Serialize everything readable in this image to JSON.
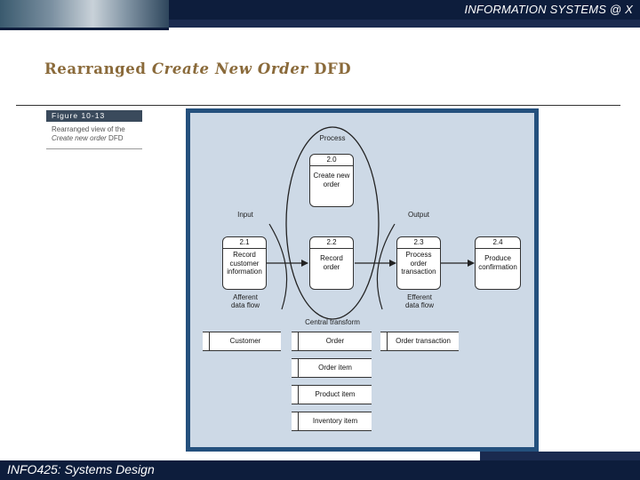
{
  "header": {
    "course_tag": "INFORMATION SYSTEMS @ X"
  },
  "slide": {
    "title_part1": "Rearranged ",
    "title_italic": "Create New Order",
    "title_part2": " DFD"
  },
  "figure": {
    "label": "Figure 10-13",
    "caption_line1": "Rearranged view of the",
    "caption_italic": "Create new order",
    "caption_suffix": " DFD"
  },
  "diagram": {
    "labels": {
      "process": "Process",
      "input": "Input",
      "output": "Output",
      "afferent_1": "Afferent",
      "afferent_2": "data flow",
      "efferent_1": "Efferent",
      "efferent_2": "data flow",
      "central_transform": "Central transform"
    },
    "processes": [
      {
        "id": "2.0",
        "text": [
          "Create new",
          "order"
        ]
      },
      {
        "id": "2.1",
        "text": [
          "Record",
          "customer",
          "information"
        ]
      },
      {
        "id": "2.2",
        "text": [
          "Record",
          "order"
        ]
      },
      {
        "id": "2.3",
        "text": [
          "Process",
          "order",
          "transaction"
        ]
      },
      {
        "id": "2.4",
        "text": [
          "Produce",
          "confirmation"
        ]
      }
    ],
    "stores": [
      {
        "label": "Customer"
      },
      {
        "label": "Order"
      },
      {
        "label": "Order transaction"
      },
      {
        "label": "Order item"
      },
      {
        "label": "Product item"
      },
      {
        "label": "Inventory item"
      }
    ]
  },
  "footer": {
    "course": "INFO425: Systems Design"
  }
}
